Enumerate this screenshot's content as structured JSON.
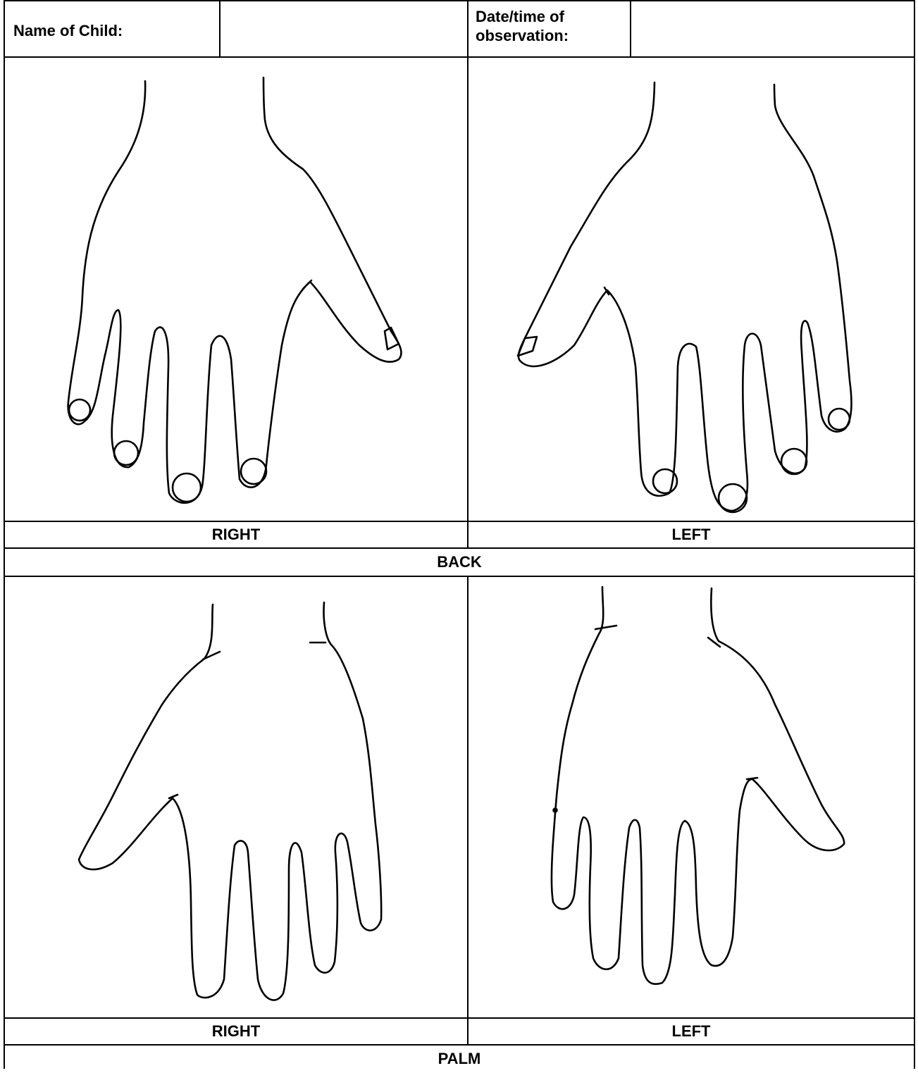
{
  "header": {
    "name_label": "Name of Child:",
    "name_value": "",
    "date_label_line1": "Date/time of",
    "date_label_line2": "observation:",
    "date_value": ""
  },
  "back_section": {
    "right_label": "RIGHT",
    "left_label": "LEFT",
    "section_label": "BACK"
  },
  "palm_section": {
    "right_label": "RIGHT",
    "left_label": "LEFT",
    "section_label": "PALM"
  }
}
